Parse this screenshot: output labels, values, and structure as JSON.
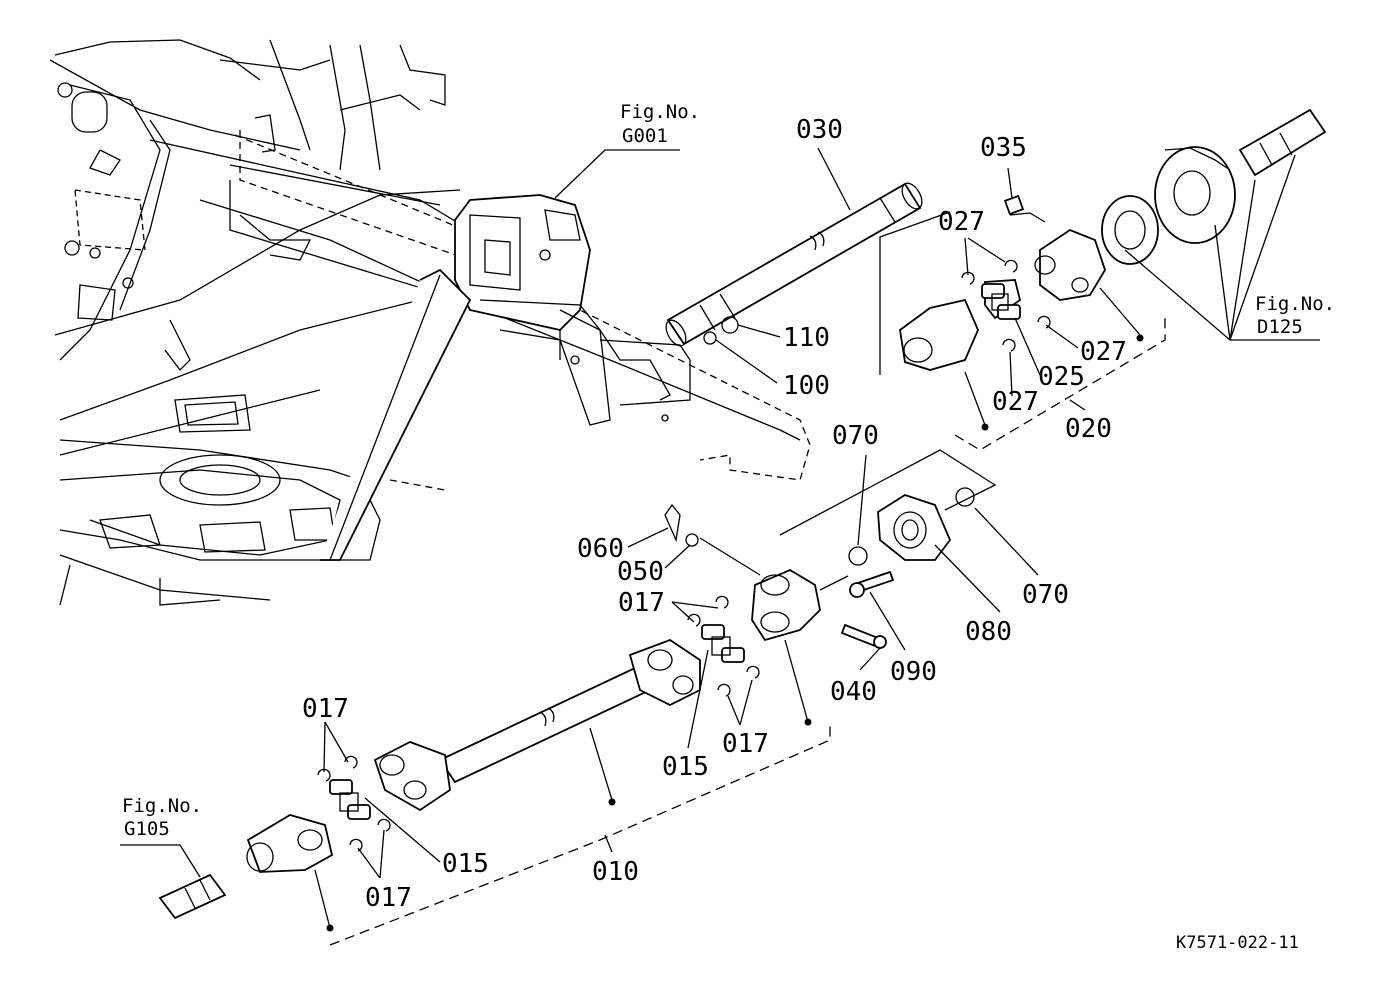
{
  "fig_refs": {
    "g001": [
      "Fig.No.",
      "G001"
    ],
    "d125": [
      "Fig.No.",
      "D125"
    ],
    "g105": [
      "Fig.No.",
      "G105"
    ]
  },
  "part_labels": {
    "p030": "030",
    "p035": "035",
    "p027_a": "027",
    "p027_b": "027",
    "p027_c": "027",
    "p025": "025",
    "p020": "020",
    "p110": "110",
    "p100": "100",
    "p070_a": "070",
    "p070_b": "070",
    "p080": "080",
    "p090": "090",
    "p040": "040",
    "p060": "060",
    "p050": "050",
    "p017_a": "017",
    "p017_b": "017",
    "p017_c": "017",
    "p017_d": "017",
    "p015_a": "015",
    "p015_b": "015",
    "p010": "010"
  },
  "drawing_code": "K7571-022-11"
}
